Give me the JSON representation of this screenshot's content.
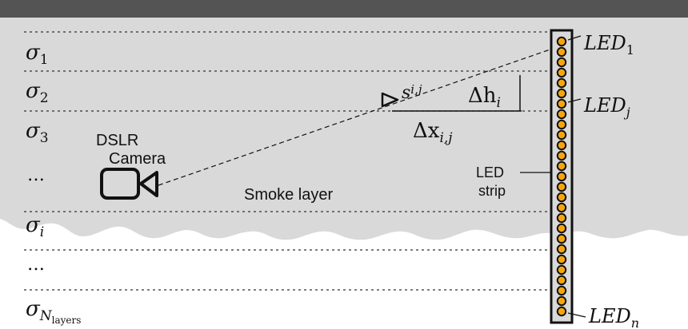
{
  "colors": {
    "top_bar": "#545454",
    "smoke": "#d9d9d9",
    "led_fill": "#f5a50e",
    "line": "#111111"
  },
  "layers": {
    "sigma1": "σ",
    "sigma1_sub": "1",
    "sigma2": "σ",
    "sigma2_sub": "2",
    "sigma3": "σ",
    "sigma3_sub": "3",
    "ellipsis1": "…",
    "sigma_i": "σ",
    "sigma_i_sub": "i",
    "ellipsis2": "…",
    "sigma_n": "σ",
    "sigma_n_sub": "N",
    "sigma_n_subsub": "layers"
  },
  "camera": {
    "line1": "DSLR",
    "line2": "Camera",
    "icon": "video-camera-icon"
  },
  "smoke_label": "Smoke layer",
  "led_strip": {
    "line1": "LED",
    "line2": "strip",
    "led_count": 27
  },
  "led_labels": {
    "led1": "LED",
    "led1_sub": "1",
    "ledj": "LED",
    "ledj_sub": "j",
    "ledn": "LED",
    "ledn_sub": "n"
  },
  "geometry_labels": {
    "s_ij": "s",
    "s_ij_sub": "i,j",
    "delta_h": "Δh",
    "delta_h_sub": "i",
    "delta_x": "Δx",
    "delta_x_sub": "i,j"
  }
}
